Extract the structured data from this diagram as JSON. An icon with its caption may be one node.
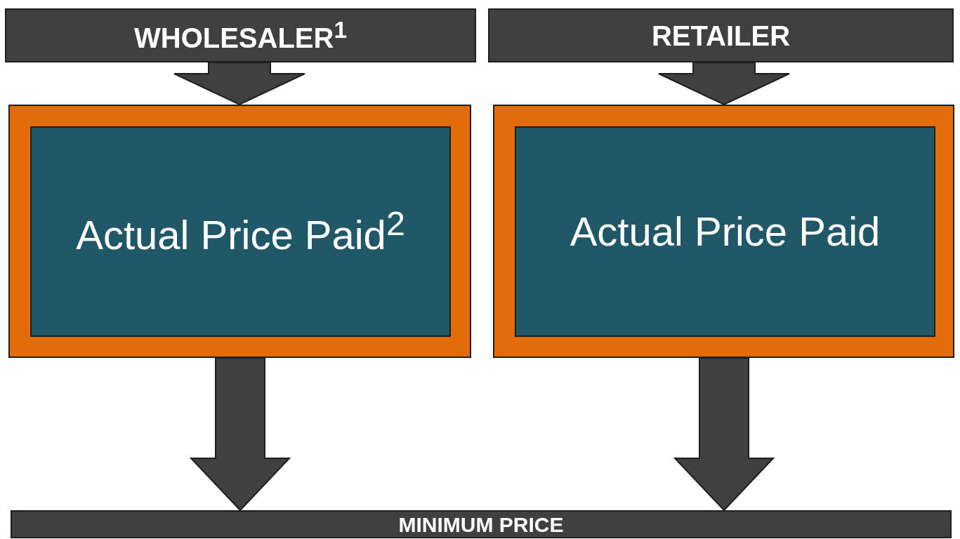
{
  "diagram": {
    "nodes": [
      {
        "text": [
          "WHOLESALER$^{1}$"
        ]
      },
      {
        "text": [
          "RETAILER"
        ]
      },
      {
        "text": [],
        "shape": "box"
      },
      {
        "text": [
          "Actual Price Paid$^{2}$"
        ],
        "in": 2
      },
      {
        "text": [],
        "shape": "box"
      },
      {
        "text": [
          "Actual Price Paid"
        ],
        "in": 4
      },
      {
        "text": [
          "MINIMUM PRICE"
        ]
      }
    ],
    "edges": [
      {
        "from": 0,
        "to": 2,
        "arrow": "to"
      },
      {
        "from": 1,
        "to": 4,
        "arrow": "to"
      },
      {
        "from": 2,
        "to": 6,
        "arrow": "to"
      },
      {
        "from": 4,
        "to": 6,
        "arrow": "to"
      }
    ]
  }
}
